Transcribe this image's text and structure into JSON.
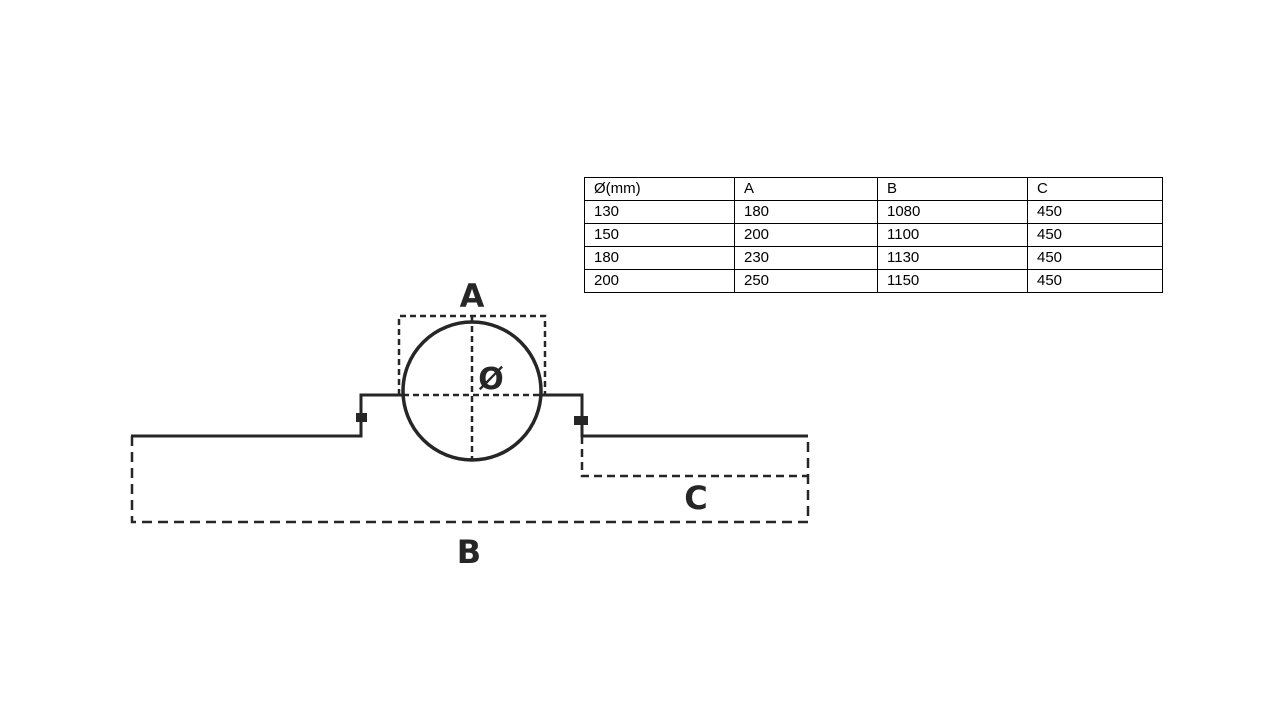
{
  "diagram": {
    "labels": {
      "a": "A",
      "b": "B",
      "c": "C",
      "diameter": "Ø"
    },
    "stroke_color": "#262626"
  },
  "table": {
    "header": [
      "Ø(mm)",
      "A",
      "B",
      "C"
    ],
    "rows": [
      [
        "130",
        "180",
        "1080",
        "450"
      ],
      [
        "150",
        "200",
        "1100",
        "450"
      ],
      [
        "180",
        "230",
        "1130",
        "450"
      ],
      [
        "200",
        "250",
        "1150",
        "450"
      ]
    ]
  }
}
